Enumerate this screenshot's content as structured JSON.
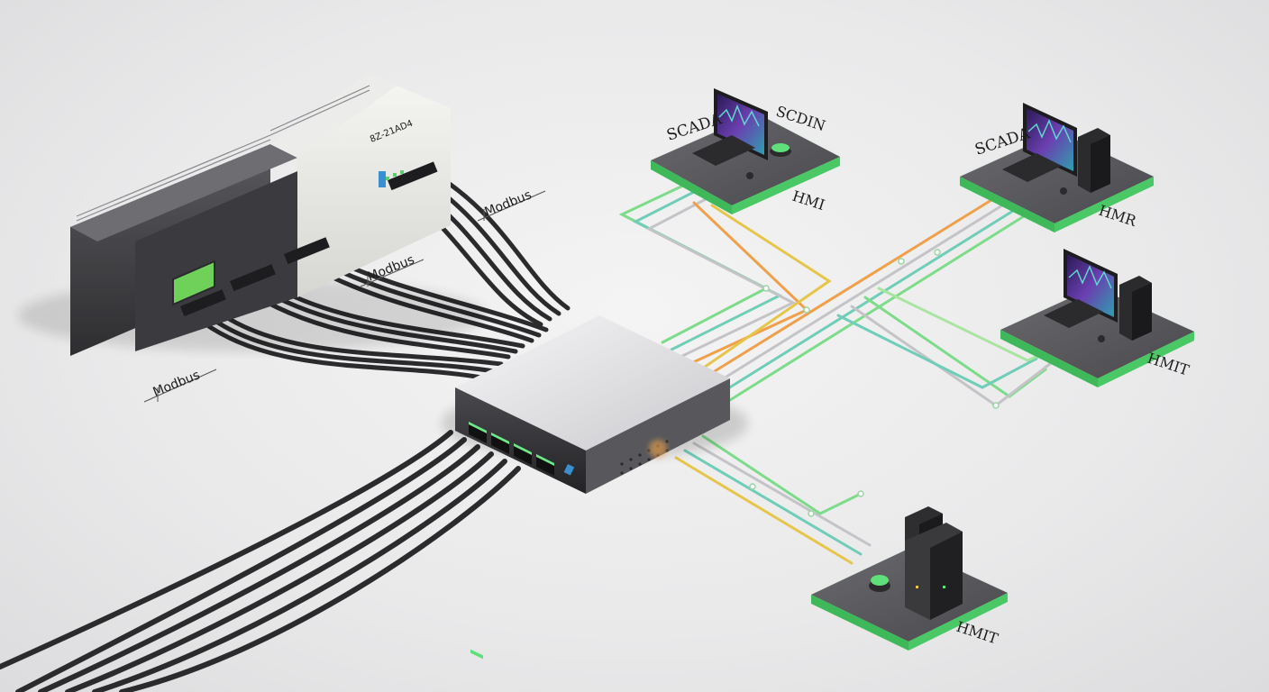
{
  "labels": {
    "modbus_left": "Modbus",
    "modbus_mid": "Modbus",
    "modbus_top": "Modbus",
    "plc_tag": "8Z-21AD4",
    "station1_scada": "SCADA",
    "station1_mirror": "SCDIN",
    "station1_hmi": "HMI",
    "station2_scada": "SCADA",
    "station2_hmi": "HMR",
    "station3_hmi": "HMIT",
    "station4_hmi": "HMIT"
  },
  "colors": {
    "cable": "#2b2b2d",
    "link_green": "#7ddc8a",
    "link_teal": "#6fcdb8",
    "link_orange": "#f0a04a",
    "link_gray": "#c4c4c8",
    "link_yellow": "#e6c64a",
    "platform_glow": "#5fe07a",
    "screen_purple": "#7a3fb8",
    "screen_teal": "#3fc8c0"
  },
  "icons": [
    "plc-rack",
    "network-switch",
    "monitor-icon",
    "keyboard-icon",
    "mouse-icon",
    "tower-pc-icon",
    "server-icon",
    "router-icon"
  ]
}
